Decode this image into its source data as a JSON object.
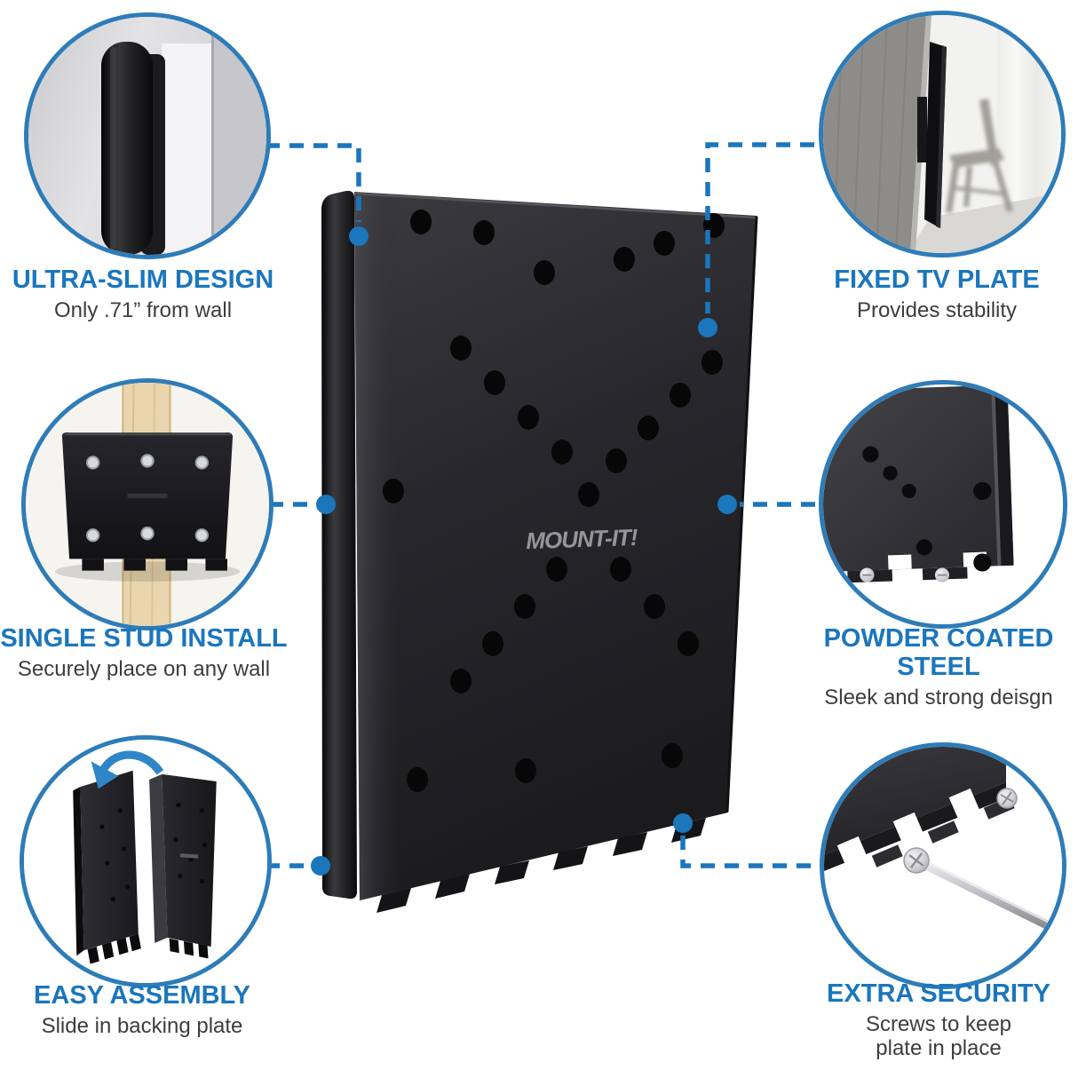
{
  "brand": {
    "logo_text": "MOUNT-IT!"
  },
  "colors": {
    "accent_blue": "#1b76bc",
    "ring_blue": "#2e7cb8",
    "body_text": "#3d3d3d",
    "plate_black": "#232327"
  },
  "features": [
    {
      "title": "ULTRA-SLIM DESIGN",
      "description": "Only .71” from wall"
    },
    {
      "title": "FIXED TV PLATE",
      "description": "Provides stability"
    },
    {
      "title": "SINGLE STUD INSTALL",
      "description": "Securely place on any wall"
    },
    {
      "title": "POWDER COATED STEEL",
      "description": "Sleek and strong deisgn"
    },
    {
      "title": "EASY ASSEMBLY",
      "description": "Slide in backing plate"
    },
    {
      "title": "EXTRA SECURITY",
      "description": "Screws to keep plate in place"
    }
  ]
}
